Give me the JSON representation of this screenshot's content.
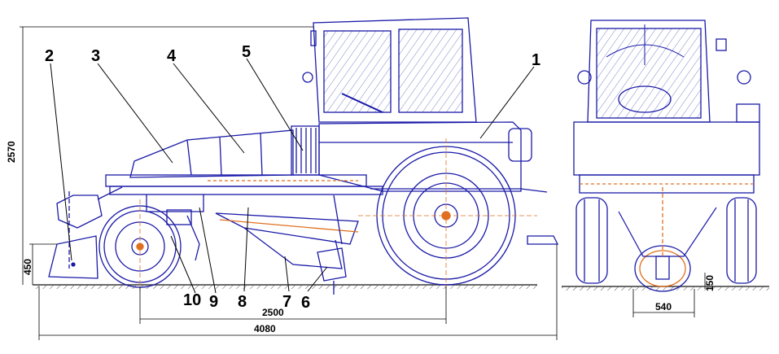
{
  "callouts": {
    "c1": "1",
    "c2": "2",
    "c3": "3",
    "c4": "4",
    "c5": "5",
    "c6": "6",
    "c7": "7",
    "c8": "8",
    "c9": "9",
    "c10": "10"
  },
  "dimensions": {
    "overall_height": "2570",
    "front_height": "450",
    "wheelbase": "2500",
    "overall_length": "4080",
    "track_width": "540",
    "ground_clearance": "150"
  },
  "colors": {
    "outline": "#1a1aa8",
    "accent": "#e07020",
    "glass": "#7a86c8",
    "ground": "#3a3a3a"
  }
}
